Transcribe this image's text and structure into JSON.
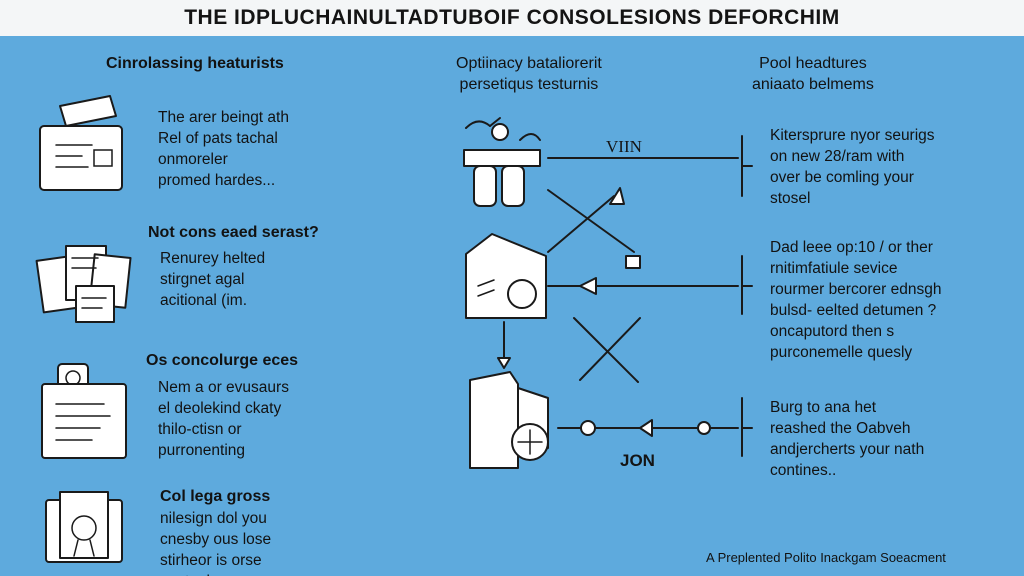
{
  "title": "THE IDPLUCHAINULTADTUBOIF CONSOLESIONS DEFORCHIM",
  "left_column": [
    {
      "heading": "Cinrolassing heaturists",
      "lines": [
        "The arer beingt ath",
        "Rel of pats tachal",
        "onmoreler",
        "promed hardes..."
      ],
      "icon": "document-tray-icon"
    },
    {
      "heading": "Not cons eaed serast?",
      "lines": [
        "Renurey helted",
        "stirgnet agal",
        "acitional (im."
      ],
      "icon": "paper-stack-icon"
    },
    {
      "heading": "Os concolurge eces",
      "lines": [
        "Nem a or evusaurs",
        "el deolekind ckaty",
        "thilo-ctisn or",
        "purronenting"
      ],
      "icon": "clipboard-icon"
    },
    {
      "heading": "Col lega gross",
      "lines": [
        "nilesign dol you",
        "cnesby ous lose",
        "stirheor is orse",
        "contonls"
      ],
      "icon": "certificate-icon"
    }
  ],
  "middle_header": [
    "Optiinacy bataliorerit",
    "persetiqus testurnis"
  ],
  "middle_labels": {
    "top": "VIIN",
    "bottom": "JON"
  },
  "right_header": [
    "Pool headtures",
    "aniaato belmems"
  ],
  "right_blocks": [
    [
      "Kitersprure nyor seurigs",
      "on new 28/ram with",
      "over be comling your",
      "stosel"
    ],
    [
      "Dad leee op:10 / or ther",
      "rnitimfatiule sevice",
      "rourmer bercorer ednsgh",
      "bulsd- eelted detumen ?",
      "oncaputord then s",
      "purconemelle quesly"
    ],
    [
      "Burg to ana het",
      "reashed the Oabveh",
      "andjercherts your nath",
      "contines.."
    ]
  ],
  "footer": "A Preplented Polito Inackgam Soeacment",
  "colors": {
    "background": "#5eaadd",
    "title_bar": "#f4f6f7",
    "ink": "#1a1a1a"
  }
}
